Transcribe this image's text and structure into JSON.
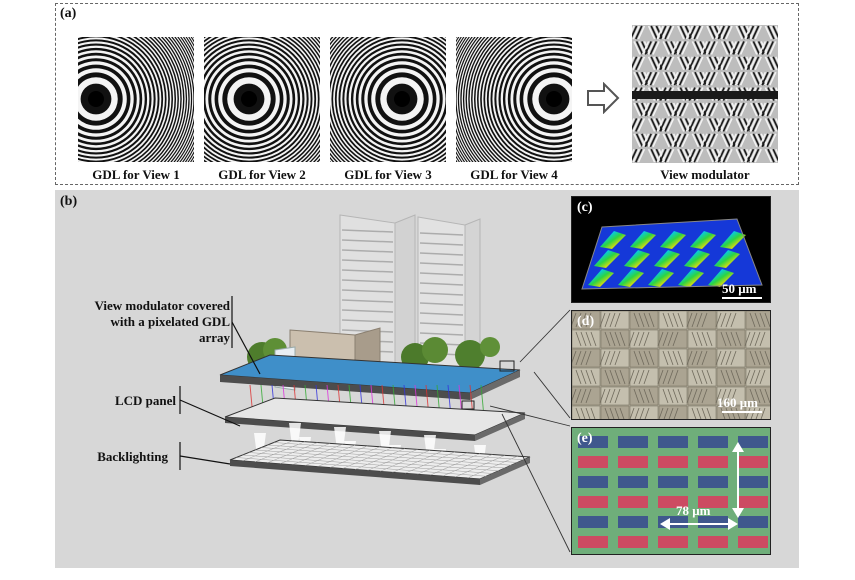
{
  "panel_a": {
    "label": "(a)",
    "captions": [
      "GDL for View 1",
      "GDL for View 2",
      "GDL for View 3",
      "GDL for View 4"
    ],
    "modulator_caption": "View modulator"
  },
  "panel_b": {
    "label": "(b)",
    "layer_labels": {
      "modulator_line1": "View modulator covered",
      "modulator_line2": "with a pixelated GDL",
      "modulator_line3": "array",
      "lcd": "LCD panel",
      "backlight": "Backlighting"
    },
    "insets": {
      "c": {
        "label": "(c)",
        "scale": "50 μm"
      },
      "d": {
        "label": "(d)",
        "scale": "160 μm"
      },
      "e": {
        "label": "(e)",
        "scale": "78 μm"
      }
    }
  },
  "colors": {
    "panel_b_bg": "#d7d7d7",
    "lcd_red": "#d6405f",
    "lcd_blue": "#3a4f8f",
    "lcd_green": "#4f9a5e"
  }
}
